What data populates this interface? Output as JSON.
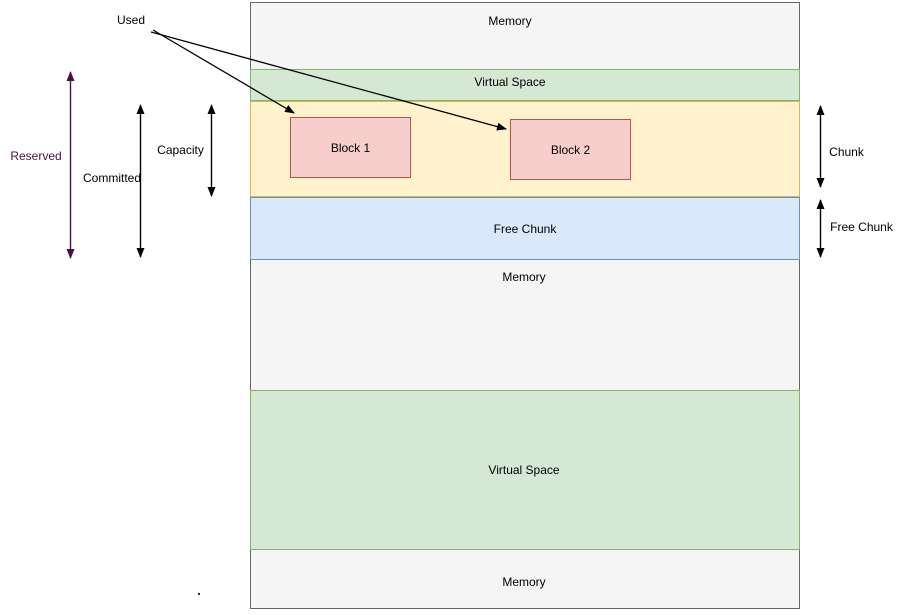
{
  "column": {
    "memory_top": "Memory",
    "virtual_space_top": "Virtual Space",
    "block1": "Block 1",
    "block2": "Block 2",
    "free_chunk": "Free Chunk",
    "memory_mid": "Memory",
    "virtual_space_bottom": "Virtual Space",
    "memory_bottom": "Memory"
  },
  "annotations": {
    "used": "Used",
    "reserved": "Reserved",
    "committed": "Committed",
    "capacity": "Capacity",
    "chunk": "Chunk",
    "free_chunk": "Free Chunk"
  },
  "colors": {
    "memory_fill": "#f5f5f5",
    "memory_border": "#666666",
    "virtual_space_fill": "#d5e8d4",
    "virtual_space_border": "#82b366",
    "chunk_fill": "#fff2cc",
    "chunk_border": "#d6b656",
    "free_chunk_fill": "#dae8fc",
    "free_chunk_border": "#6c8ebf",
    "block_fill": "#f8cecc",
    "block_border": "#b85450",
    "reserved_annotation_color": "#45123f",
    "arrow_color": "#000000"
  }
}
